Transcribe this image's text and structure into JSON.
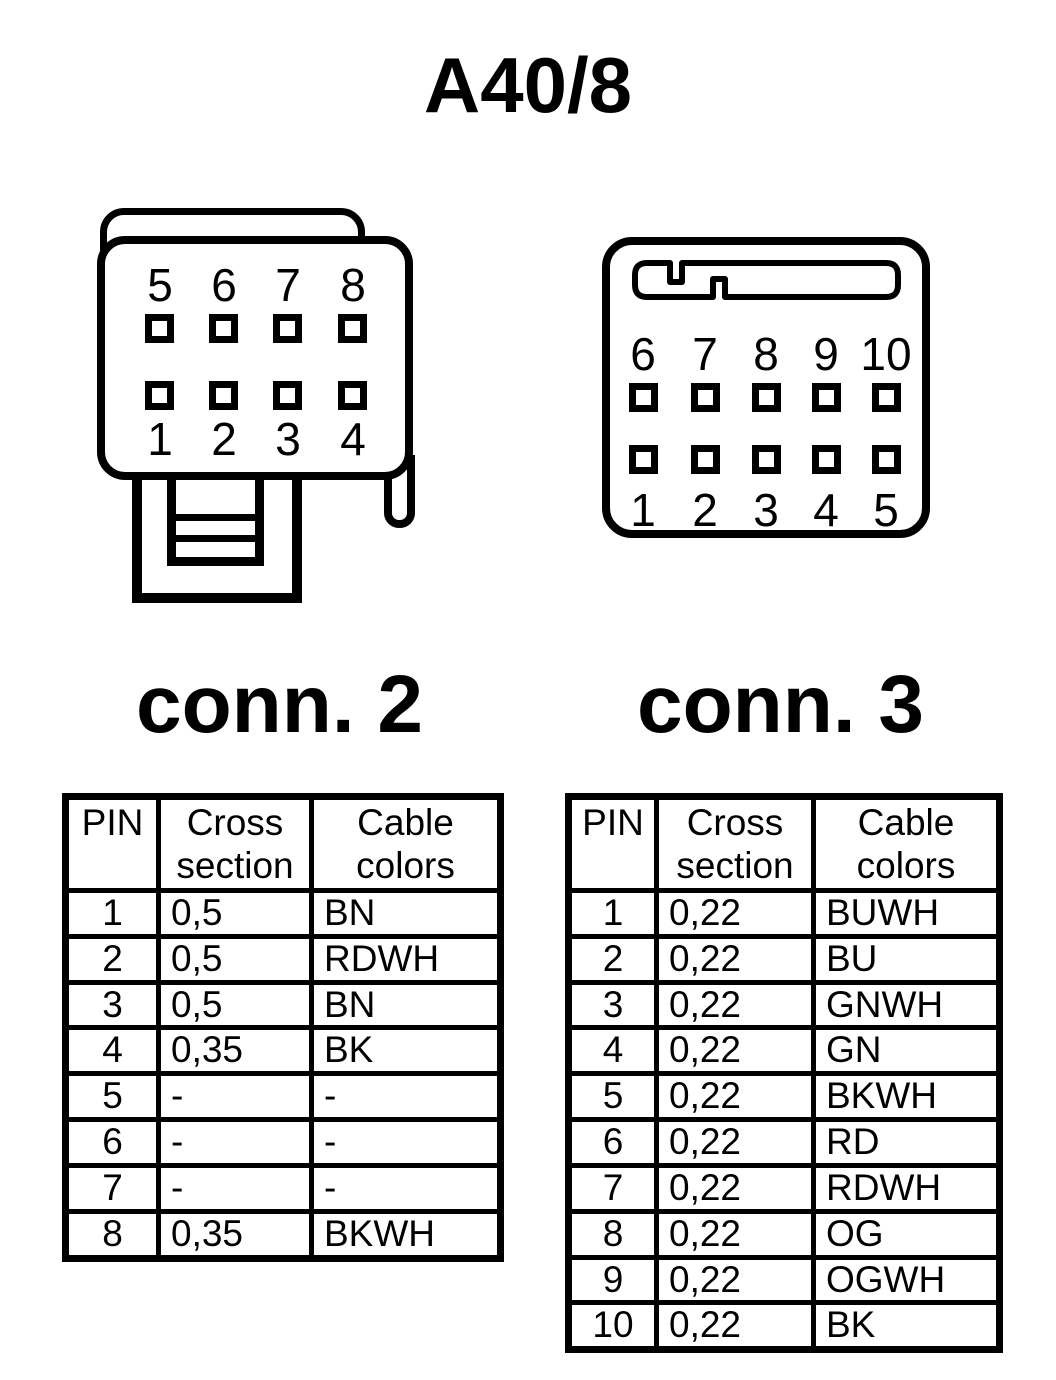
{
  "page": {
    "title": "A40/8",
    "background": "#ffffff",
    "line_color": "#000000"
  },
  "connectors": {
    "conn2": {
      "label": "conn. 2",
      "pins_top": [
        "5",
        "6",
        "7",
        "8"
      ],
      "pins_bottom": [
        "1",
        "2",
        "3",
        "4"
      ]
    },
    "conn3": {
      "label": "conn. 3",
      "pins_top": [
        "6",
        "7",
        "8",
        "9",
        "10"
      ],
      "pins_bottom": [
        "1",
        "2",
        "3",
        "4",
        "5"
      ]
    }
  },
  "table_headers": {
    "pin": "PIN",
    "cross_section": "Cross section",
    "cable_colors": "Cable colors"
  },
  "conn2_table": {
    "rows": [
      {
        "pin": "1",
        "cross": "0,5",
        "color": "BN"
      },
      {
        "pin": "2",
        "cross": "0,5",
        "color": "RDWH"
      },
      {
        "pin": "3",
        "cross": "0,5",
        "color": "BN"
      },
      {
        "pin": "4",
        "cross": "0,35",
        "color": "BK"
      },
      {
        "pin": "5",
        "cross": "-",
        "color": "-"
      },
      {
        "pin": "6",
        "cross": "-",
        "color": "-"
      },
      {
        "pin": "7",
        "cross": "-",
        "color": "-"
      },
      {
        "pin": "8",
        "cross": "0,35",
        "color": "BKWH"
      }
    ]
  },
  "conn3_table": {
    "rows": [
      {
        "pin": "1",
        "cross": "0,22",
        "color": "BUWH"
      },
      {
        "pin": "2",
        "cross": "0,22",
        "color": "BU"
      },
      {
        "pin": "3",
        "cross": "0,22",
        "color": "GNWH"
      },
      {
        "pin": "4",
        "cross": "0,22",
        "color": "GN"
      },
      {
        "pin": "5",
        "cross": "0,22",
        "color": "BKWH"
      },
      {
        "pin": "6",
        "cross": "0,22",
        "color": "RD"
      },
      {
        "pin": "7",
        "cross": "0,22",
        "color": "RDWH"
      },
      {
        "pin": "8",
        "cross": "0,22",
        "color": "OG"
      },
      {
        "pin": "9",
        "cross": "0,22",
        "color": "OGWH"
      },
      {
        "pin": "10",
        "cross": "0,22",
        "color": "BK"
      }
    ]
  }
}
